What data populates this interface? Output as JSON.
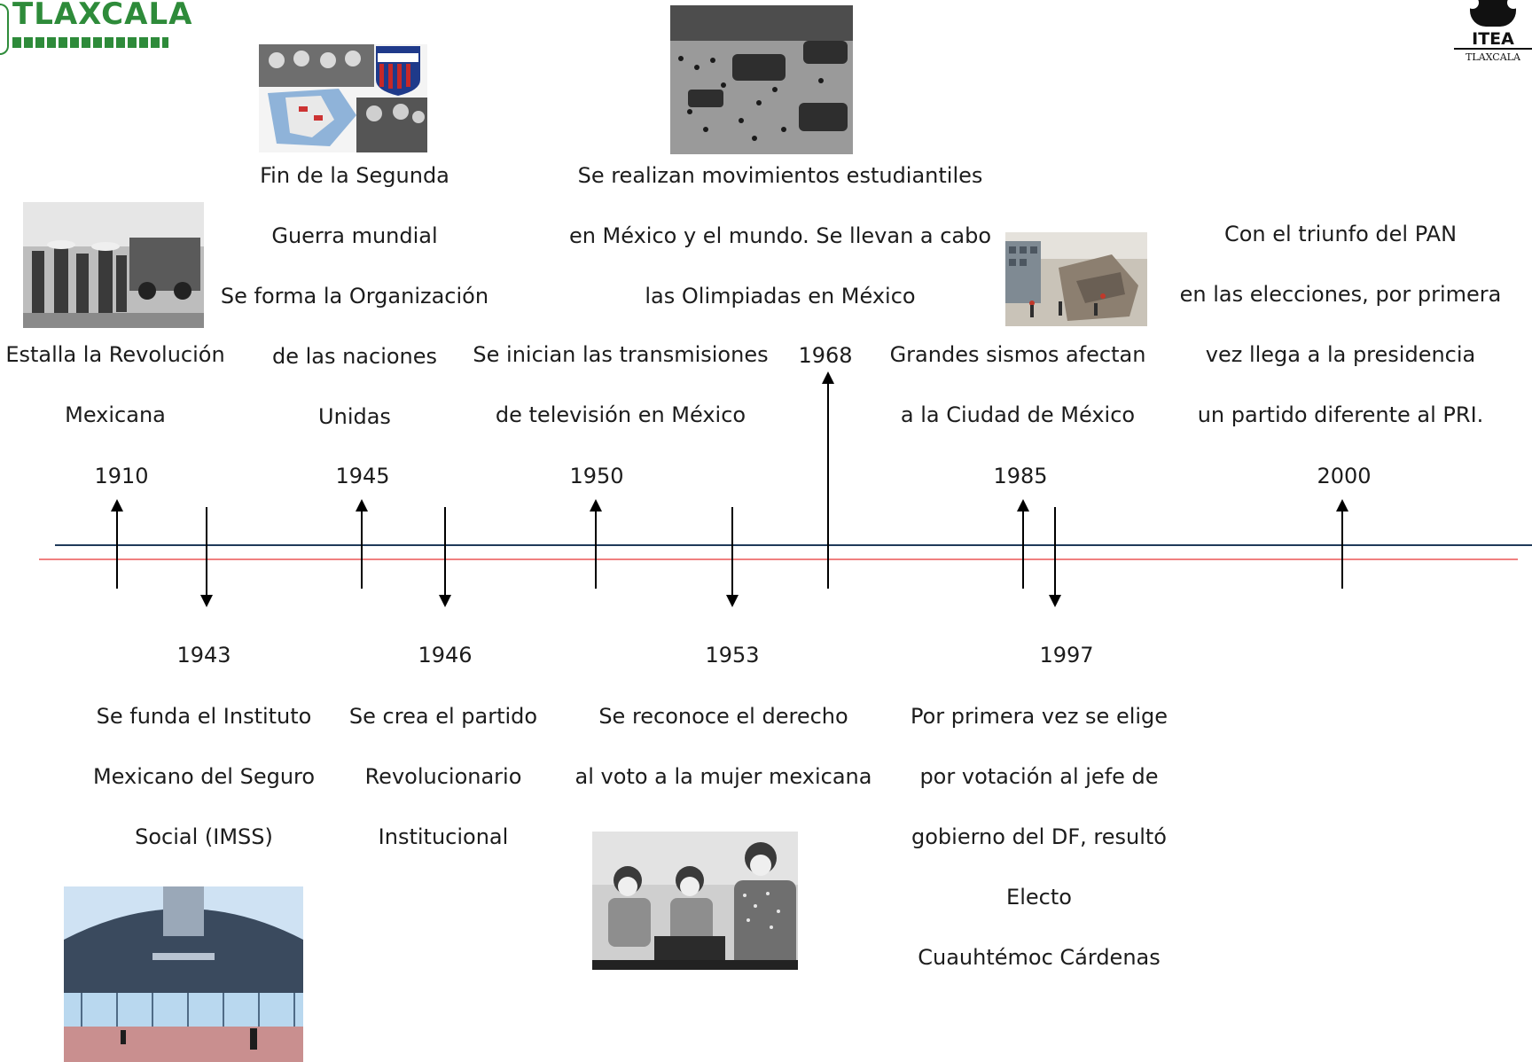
{
  "logos": {
    "tlaxcala": {
      "word": "TLAXCALA",
      "color": "#2e8b3a"
    },
    "itea": {
      "name": "ITEA",
      "sub": "TLAXCALA"
    }
  },
  "timeline": {
    "axis_colors": {
      "main": "#1f3a5a",
      "secondary": "#f08080"
    },
    "events": [
      {
        "year": "1910",
        "lines": [
          "Estalla la Revolución",
          "Mexicana"
        ]
      },
      {
        "year": "1943",
        "lines": [
          "Se funda el Instituto",
          "Mexicano del Seguro",
          "Social (IMSS)"
        ]
      },
      {
        "year": "1945",
        "lines": [
          "Fin de la Segunda",
          "Guerra mundial",
          "Se forma la Organización",
          "de las naciones",
          "Unidas"
        ]
      },
      {
        "year": "1946",
        "lines": [
          "Se crea el partido",
          "Revolucionario",
          "Institucional"
        ]
      },
      {
        "year": "1950",
        "lines": [
          "Se inician las transmisiones",
          "de televisión en México"
        ]
      },
      {
        "year": "1953",
        "lines": [
          "Se reconoce el derecho",
          "al voto a la mujer mexicana"
        ]
      },
      {
        "year": "1968",
        "lines": [
          "Se realizan movimientos estudiantiles",
          "en México y el mundo. Se llevan a cabo",
          "las Olimpiadas en México"
        ]
      },
      {
        "year": "1985",
        "lines": [
          "Grandes sismos afectan",
          "a la Ciudad de México"
        ]
      },
      {
        "year": "1997",
        "lines": [
          "Por primera vez se elige",
          "por votación al jefe de",
          "gobierno del DF, resultó",
          "Electo",
          "Cuauhtémoc Cárdenas"
        ]
      },
      {
        "year": "2000",
        "lines": [
          "Con el triunfo del PAN",
          "en las elecciones, por primera",
          "vez llega a la presidencia",
          "un partido diferente al PRI."
        ]
      }
    ]
  },
  "photos": {
    "revolution": "revolution-photo",
    "marshall_plan": "marshall-plan-collage",
    "student_movement": "tanks-in-square-photo",
    "earthquake": "collapsed-building-photo",
    "imss": "imss-building-photo",
    "women_vote": "women-voting-photo"
  }
}
